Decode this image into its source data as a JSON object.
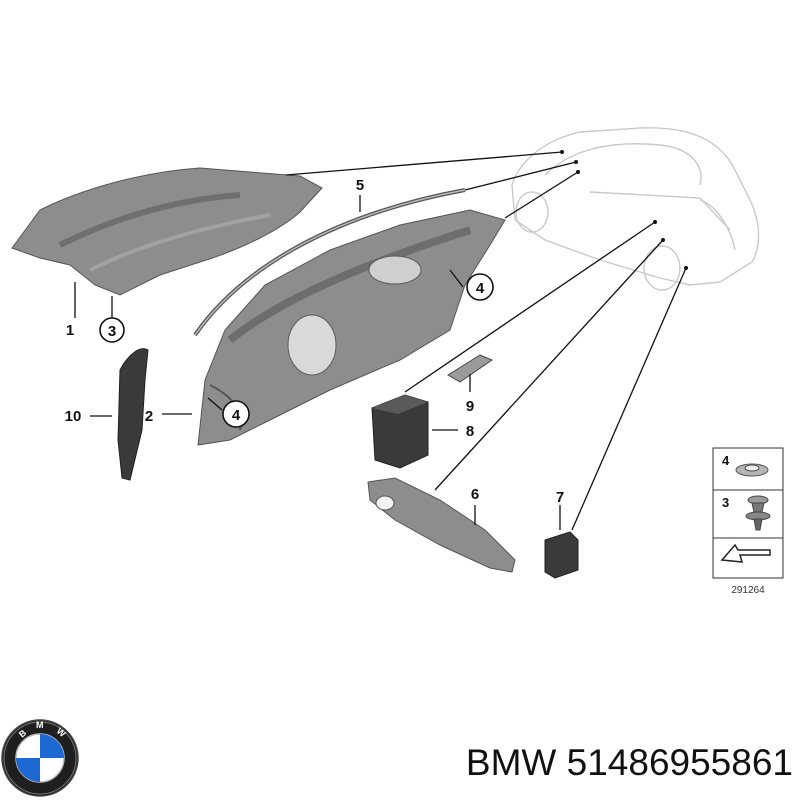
{
  "diagram": {
    "callouts": {
      "1": "1",
      "2": "2",
      "3": "3",
      "4a": "4",
      "4b": "4",
      "5": "5",
      "6": "6",
      "7": "7",
      "8": "8",
      "9": "9",
      "10": "10"
    },
    "legend": {
      "items": [
        "4",
        "3"
      ],
      "ref_number": "291264"
    }
  },
  "brand": {
    "name": "BMW",
    "part_number": "51486955861",
    "logo_letters": "BMW"
  },
  "colors": {
    "part_gray": "#8d8d8d",
    "part_dark": "#3a3a3a",
    "car_outline": "#c9c9c9",
    "logo_blue": "#1c69d3"
  }
}
